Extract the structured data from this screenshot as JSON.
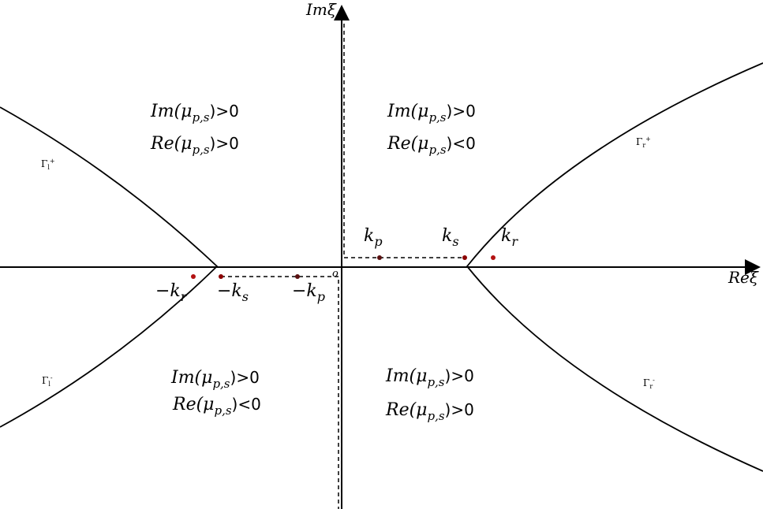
{
  "axes": {
    "real_label": "Reξ",
    "imag_label": "Imξ",
    "origin_label": "o"
  },
  "points": [
    {
      "id": "kp",
      "label": "k",
      "sub": "p"
    },
    {
      "id": "ks",
      "label": "k",
      "sub": "s"
    },
    {
      "id": "kr",
      "label": "k",
      "sub": "r"
    },
    {
      "id": "neg-kr",
      "label": "−k",
      "sub": "r"
    },
    {
      "id": "neg-ks",
      "label": "−k",
      "sub": "s"
    },
    {
      "id": "neg-kp",
      "label": "−k",
      "sub": "p"
    }
  ],
  "regions": {
    "upper_left": {
      "im": "Im(μ",
      "im_sub": "p,s",
      "im_rel": ")>0",
      "re": "Re(μ",
      "re_sub": "p,s",
      "re_rel": ")>0"
    },
    "upper_right": {
      "im": "Im(μ",
      "im_sub": "p,s",
      "im_rel": ")>0",
      "re": "Re(μ",
      "re_sub": "p,s",
      "re_rel": ")<0"
    },
    "lower_left": {
      "im": "Im(μ",
      "im_sub": "p,s",
      "im_rel": ")>0",
      "re": "Re(μ",
      "re_sub": "p,s",
      "re_rel": ")<0"
    },
    "lower_right": {
      "im": "Im(μ",
      "im_sub": "p,s",
      "im_rel": ")>0",
      "re": "Re(μ",
      "re_sub": "p,s",
      "re_rel": ")>0"
    }
  },
  "curves": {
    "left_upper": "Γ",
    "left_upper_sub": "l",
    "left_upper_sup": "+",
    "left_lower": "Γ",
    "left_lower_sub": "l",
    "left_lower_sup": "-",
    "right_upper": "Γ",
    "right_upper_sub": "r",
    "right_upper_sup": "+",
    "right_lower": "Γ",
    "right_lower_sub": "r",
    "right_lower_sup": "-"
  },
  "colors": {
    "line": "#000000",
    "point": "#8b0000"
  }
}
